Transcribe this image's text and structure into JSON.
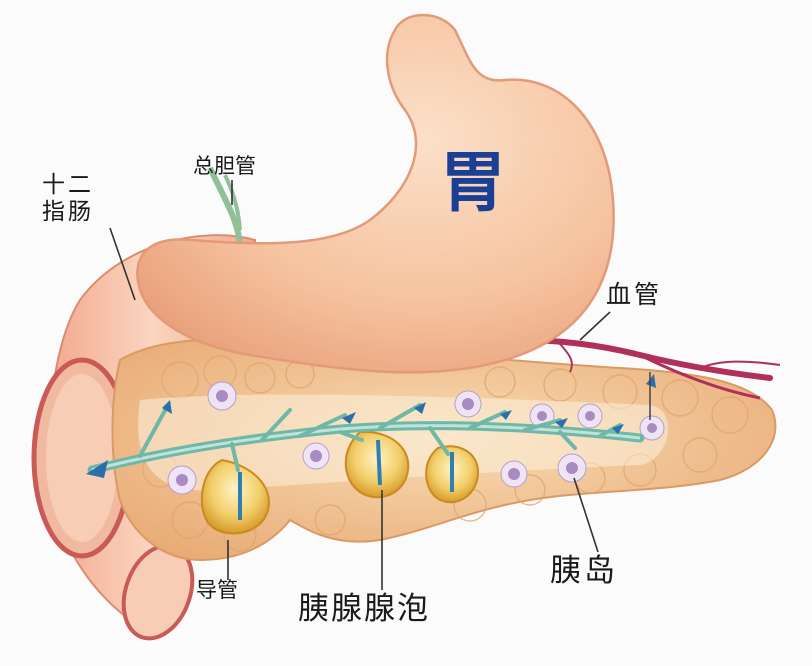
{
  "labels": {
    "duodenum": "十二\n指肠",
    "common_bile_duct": "总胆管",
    "stomach": "胃",
    "blood_vessel": "血管",
    "duct": "导管",
    "acinus": "胰腺腺泡",
    "islet": "胰岛"
  },
  "colors": {
    "stomach": "#f6c39f",
    "pancreas": "#f2c28e",
    "duodenum": "#f3b497",
    "duct": "#6fb8a8",
    "acini": "#e3b448",
    "islet": "#a98bc4",
    "vessel": "#b0305a",
    "stomach_label": "#1b3f95"
  }
}
